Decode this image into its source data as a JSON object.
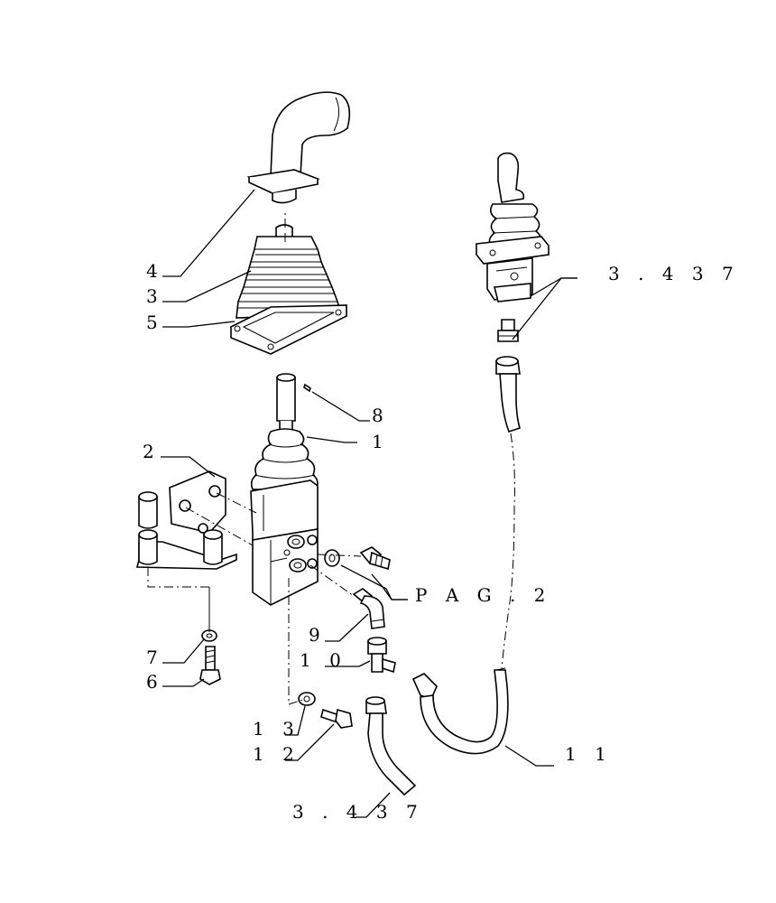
{
  "callouts": {
    "c1": "1",
    "c2": "2",
    "c3": "3",
    "c4": "4",
    "c5": "5",
    "c6": "6",
    "c7": "7",
    "c8": "8",
    "c9": "9",
    "c10": "1 0",
    "c11": "1 1",
    "c12": "1 2",
    "c13": "1 3",
    "ref_top": "3 . 4 3 7",
    "ref_bottom": "3 . 4 3 7",
    "ref_page": "P A G . 2"
  }
}
